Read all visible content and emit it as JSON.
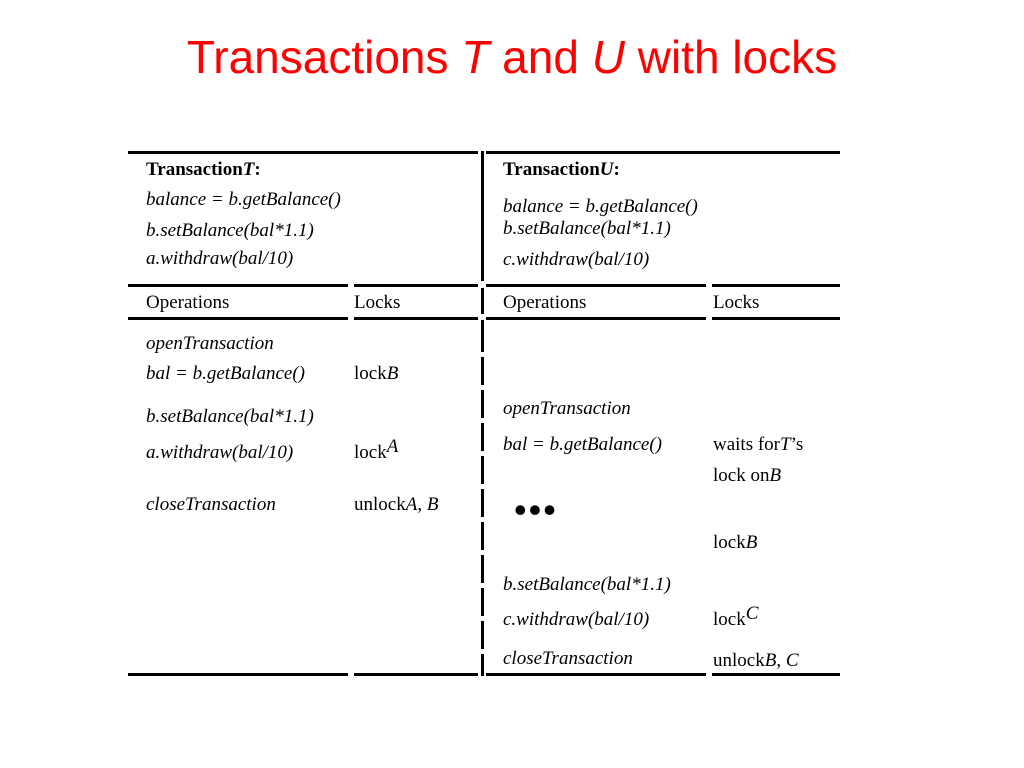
{
  "title": {
    "prefix": "Transactions ",
    "t": "T",
    "mid": " and ",
    "u": "U",
    "suffix": " with locks"
  },
  "transaction_t": {
    "label": "Transaction",
    "name": "T",
    "colon": ":",
    "lines": [
      "balance = b.getBalance()",
      "b.setBalance(bal*1.1)",
      "a.withdraw(bal/10)"
    ]
  },
  "transaction_u": {
    "label": "Transaction",
    "name": "U",
    "colon": ":",
    "lines": [
      "balance = b.getBalance()",
      "b.setBalance(bal*1.1)",
      "c.withdraw(bal/10)"
    ]
  },
  "headers": {
    "operations": "Operations",
    "locks": "Locks"
  },
  "t_ops": [
    "openTransaction",
    "bal =  b.getBalance()",
    "b.setBalance(bal*1.1)",
    "a.withdraw(bal/10)",
    "closeTransaction"
  ],
  "t_locks": {
    "lock_b": {
      "word": "lock",
      "var": "B"
    },
    "lock_a": {
      "word": "lock",
      "var": "A"
    },
    "unlock": {
      "word": "unlock",
      "var1": "A",
      "sep": ", ",
      "var2": "B"
    }
  },
  "u_ops": [
    "openTransaction",
    "bal =  b.getBalance()",
    "b.setBalance(bal*1.1)",
    "c.withdraw(bal/10)",
    "closeTransaction"
  ],
  "u_locks": {
    "waits": {
      "word": "waits for",
      "var": "T",
      "suffix": "’s"
    },
    "lock_on": {
      "word": "lock on",
      "var": "B"
    },
    "lock_b": {
      "word": "lock",
      "var": "B"
    },
    "lock_c": {
      "word": "lock",
      "var": "C"
    },
    "unlock": {
      "word": "unlock",
      "var1": "B",
      "sep": ", ",
      "var2": "C"
    }
  },
  "ellipsis": "•••"
}
